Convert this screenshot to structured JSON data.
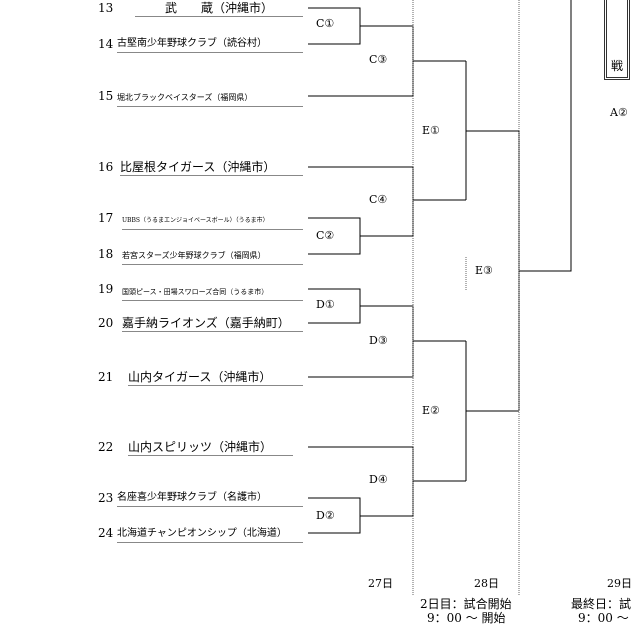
{
  "teams": [
    {
      "no": "13",
      "name": "武　　蔵（沖縄市）"
    },
    {
      "no": "14",
      "name": "古堅南少年野球クラブ（読谷村）"
    },
    {
      "no": "15",
      "name": "堀北ブラックベイスターズ（福岡県）"
    },
    {
      "no": "16",
      "name": "比屋根タイガース（沖縄市）"
    },
    {
      "no": "17",
      "name": "UBBS（うるまエンジョイベースボール）（うるま市）"
    },
    {
      "no": "18",
      "name": "若宮スターズ少年野球クラブ（福岡県）"
    },
    {
      "no": "19",
      "name": "国頭ピース・田場スワローズ合同（うるま市）"
    },
    {
      "no": "20",
      "name": "嘉手納ライオンズ（嘉手納町）"
    },
    {
      "no": "21",
      "name": "山内タイガース（沖縄市）"
    },
    {
      "no": "22",
      "name": "山内スピリッツ（沖縄市）"
    },
    {
      "no": "23",
      "name": "名座喜少年野球クラブ（名護市）"
    },
    {
      "no": "24",
      "name": "北海道チャンピオンシップ（北海道）"
    }
  ],
  "matches": {
    "c1": "C①",
    "c2": "C②",
    "c3": "C③",
    "c4": "C④",
    "d1": "D①",
    "d2": "D②",
    "d3": "D③",
    "d4": "D④",
    "e1": "E①",
    "e2": "E②",
    "e3": "E③",
    "a2": "A②"
  },
  "final_box": "戦",
  "dates": {
    "d27": "27日",
    "d28": "28日",
    "d29": "29日"
  },
  "schedule": {
    "day2_line1": "2日目：試合開始",
    "day2_line2": "9：00 〜 開始",
    "final_line1": "最終日：試",
    "final_line2": "9：00 〜"
  }
}
